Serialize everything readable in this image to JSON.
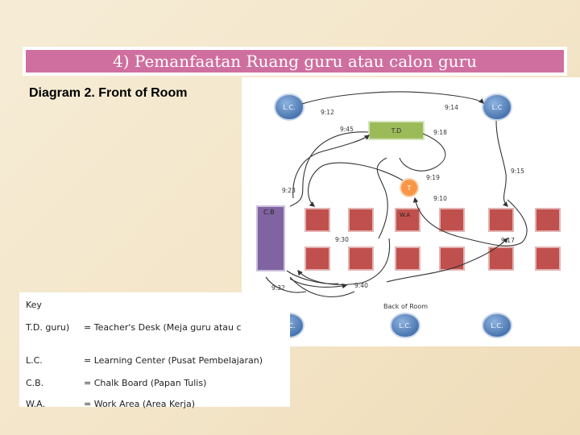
{
  "slide": {
    "title": "4) Pemanfaatan Ruang guru atau calon guru",
    "diagram_heading": "Diagram 2. Front of Room"
  },
  "diagram": {
    "labels": {
      "lc": "L.C.",
      "lc_top_right": "L.C",
      "td": "T.D",
      "t": "T",
      "cb": "C.B",
      "wa": "W.A",
      "back_of_room": "Back of Room"
    },
    "times": {
      "t912": "9:12",
      "t914": "9:14",
      "t945": "9:45",
      "t918": "9:18",
      "t915": "9:15",
      "t919": "9:19",
      "t923": "9:23",
      "t910": "9:10",
      "t930": "9:30",
      "t917": "9:17",
      "t932": "9:32",
      "t940": "9:40"
    },
    "colors": {
      "learning_center": "#4f81bd",
      "teacher_desk": "#9bbb59",
      "teacher": "#f79646",
      "chalk_board": "#8064a2",
      "student_desk": "#c0504d"
    }
  },
  "key": {
    "title": "Key",
    "rows": [
      {
        "term": "T.D. guru)",
        "definition": "= Teacher's Desk (Meja guru atau c"
      },
      {
        "term": "L.C.",
        "definition": "= Learning Center (Pusat Pembelajaran)"
      },
      {
        "term": "C.B.",
        "definition": "= Chalk Board (Papan Tulis)"
      },
      {
        "term": "W.A.",
        "definition": "= Work Area (Area Kerja)"
      }
    ]
  }
}
